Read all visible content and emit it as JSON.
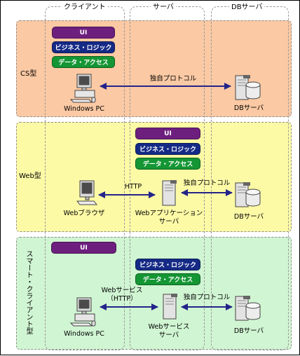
{
  "colors": {
    "cs_bg": "#fbc9a3",
    "web_bg": "#fdfaa6",
    "smart_bg": "#d0f5d2",
    "ui": "#6d1f7e",
    "business": "#152a86",
    "data": "#149634",
    "arrow": "#23238a"
  },
  "columns": {
    "client": "クライアント",
    "server": "サーバ",
    "db": "DBサーバ"
  },
  "sections": {
    "cs": {
      "label": "CS型",
      "layers": {
        "ui": "UI",
        "business": "ビジネス・ロジック",
        "data": "データ・アクセス"
      },
      "client_label": "Windows PC",
      "protocol": "独自プロトコル",
      "db_label": "DBサーバ"
    },
    "web": {
      "label": "Web型",
      "layers": {
        "ui": "UI",
        "business": "ビジネス・ロジック",
        "data": "データ・アクセス"
      },
      "client_label": "Webブラウザ",
      "http": "HTTP",
      "server_label_1": "Webアプリケーション",
      "server_label_2": "サーバ",
      "protocol": "独自プロトコル",
      "db_label": "DBサーバ"
    },
    "smart": {
      "label": "スマート・クライアント型",
      "layers": {
        "ui": "UI",
        "business": "ビジネス・ロジック",
        "data": "データ・アクセス"
      },
      "client_label": "Windows PC",
      "webservice_1": "Webサービス",
      "webservice_2": "（HTTP）",
      "server_label_1": "Webサービス",
      "server_label_2": "サーバ",
      "protocol": "独自プロトコル",
      "db_label": "DBサーバ"
    }
  }
}
